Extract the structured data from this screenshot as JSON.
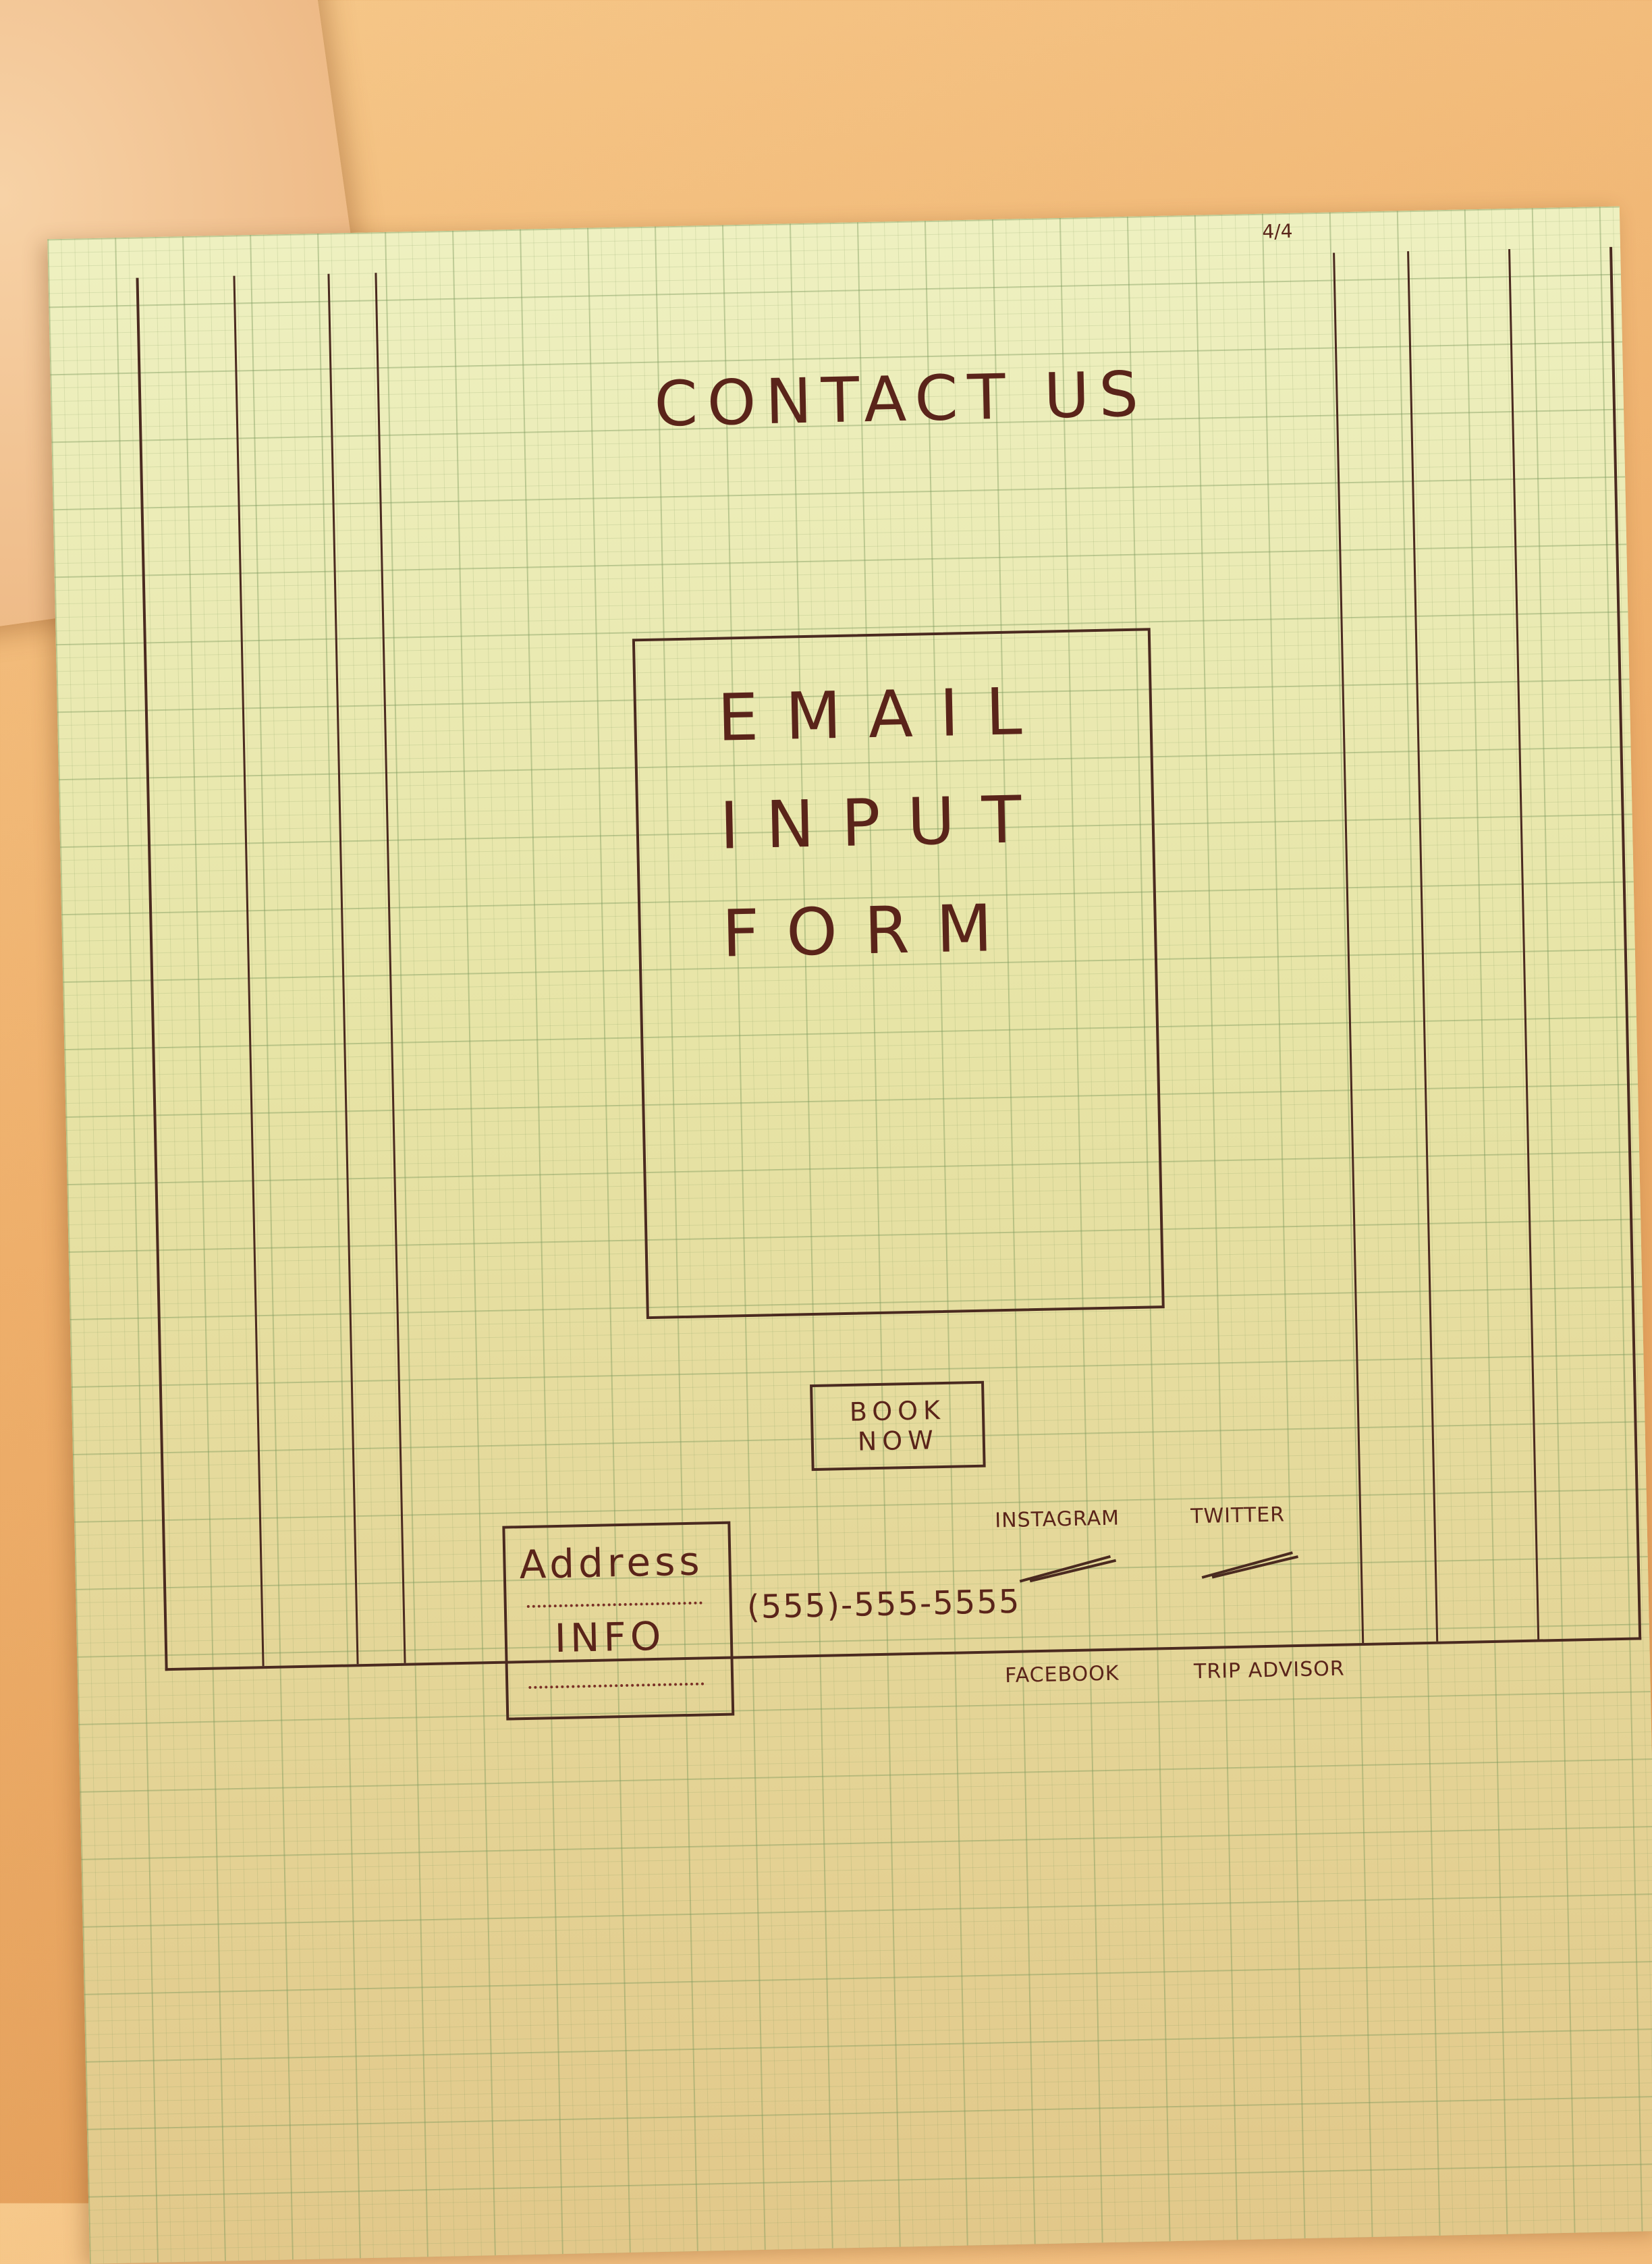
{
  "page": {
    "corner_mark": "4/4"
  },
  "sketch": {
    "title": "CONTACT US",
    "email_form": {
      "lines": [
        "EMAIL",
        "INPUT",
        "FORM"
      ]
    },
    "book_button": {
      "line1": "BOOK",
      "line2": "NOW"
    },
    "address": {
      "line1": "Address",
      "line2": "INFO"
    },
    "phone": "(555)-555-5555",
    "social": {
      "instagram": "INSTAGRAM",
      "twitter": "TWITTER",
      "facebook": "FACEBOOK",
      "tripadvisor": "TRIP ADVISOR"
    }
  },
  "colors": {
    "ink": "#5a241a",
    "paper": "#e6e0a0",
    "grid": "#78965a"
  }
}
